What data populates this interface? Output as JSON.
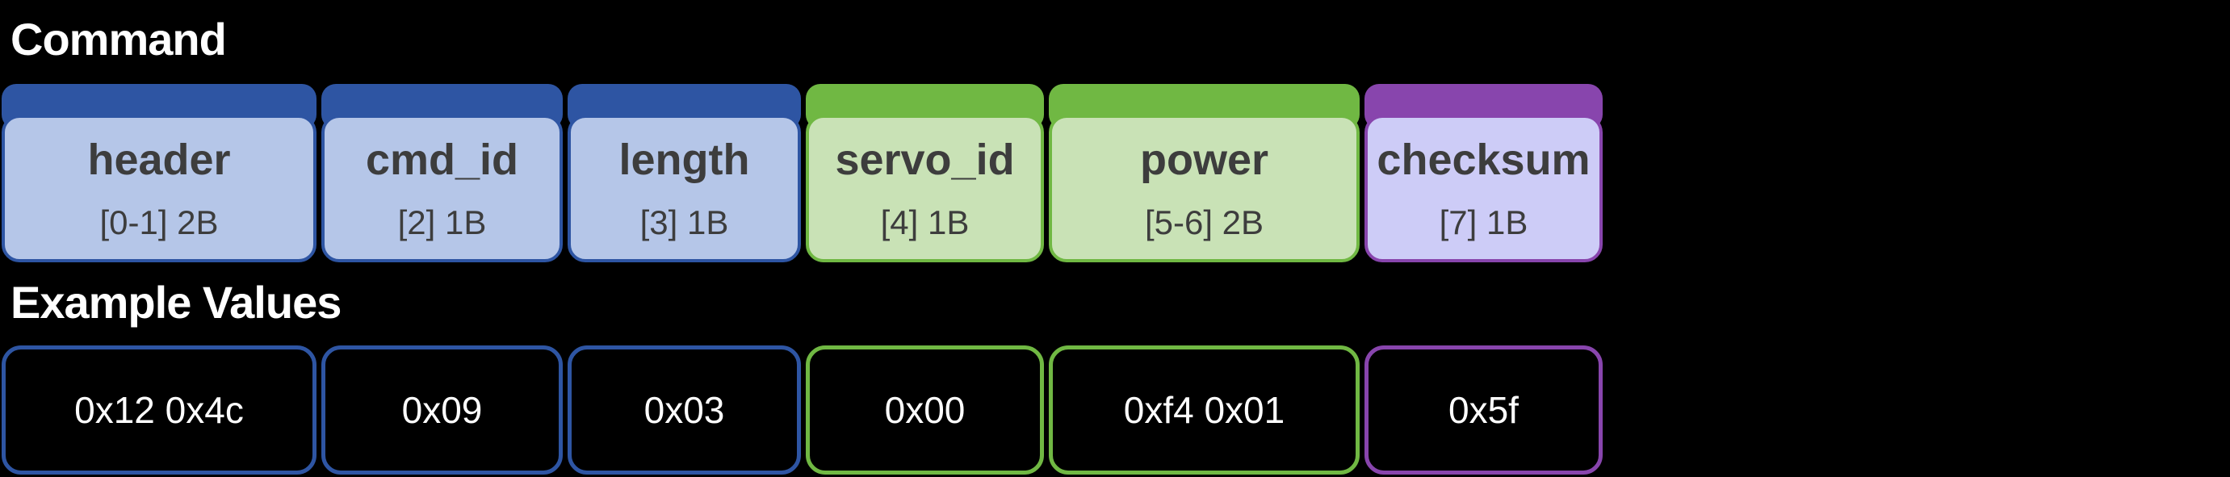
{
  "command_section": {
    "title": "Command"
  },
  "examples_section": {
    "title": "Example Values"
  },
  "fields": [
    {
      "name": "header",
      "bytes": "[0-1] 2B",
      "example": "0x12 0x4c",
      "scheme": "blue"
    },
    {
      "name": "cmd_id",
      "bytes": "[2] 1B",
      "example": "0x09",
      "scheme": "blue"
    },
    {
      "name": "length",
      "bytes": "[3] 1B",
      "example": "0x03",
      "scheme": "blue"
    },
    {
      "name": "servo_id",
      "bytes": "[4] 1B",
      "example": "0x00",
      "scheme": "green"
    },
    {
      "name": "power",
      "bytes": "[5-6] 2B",
      "example": "0xf4 0x01",
      "scheme": "green"
    },
    {
      "name": "checksum",
      "bytes": "[7] 1B",
      "example": "0x5f",
      "scheme": "purple"
    }
  ],
  "colors": {
    "blue": {
      "dark": "#2e55a3",
      "light": "#b5c6e8"
    },
    "green": {
      "dark": "#70b843",
      "light": "#c9e2b6"
    },
    "purple": {
      "dark": "#8845ad",
      "light": "#cdccf7"
    },
    "background": "#000000",
    "field_text": "#3d3d3d",
    "title_text": "#ffffff",
    "example_text": "#ffffff"
  }
}
